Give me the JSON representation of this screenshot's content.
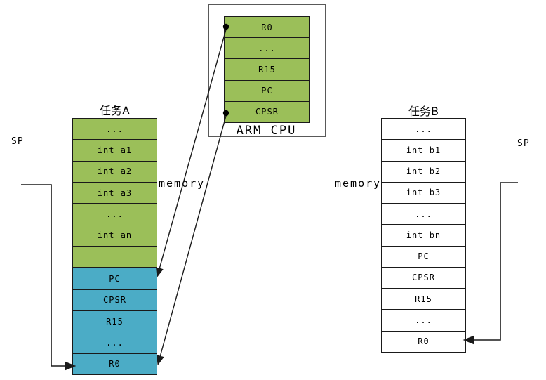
{
  "colors": {
    "green": "#9bbf59",
    "blue": "#4bacc6",
    "ink": "#1a1a1a",
    "boxgray": "#595959"
  },
  "cpu": {
    "title": "ARM CPU",
    "registers": [
      "R0",
      "...",
      "R15",
      "PC",
      "CPSR"
    ]
  },
  "task_a": {
    "title": "任务A",
    "sp_label": "SP",
    "memory_label": "memory",
    "cells": [
      "...",
      "int a1",
      "int a2",
      "int a3",
      "...",
      "int an",
      "",
      "PC",
      "CPSR",
      "R15",
      "...",
      "R0"
    ]
  },
  "task_b": {
    "title": "任务B",
    "sp_label": "SP",
    "memory_label": "memory",
    "cells": [
      "...",
      "int b1",
      "int b2",
      "int b3",
      "...",
      "int bn",
      "PC",
      "CPSR",
      "R15",
      "...",
      "R0"
    ]
  }
}
